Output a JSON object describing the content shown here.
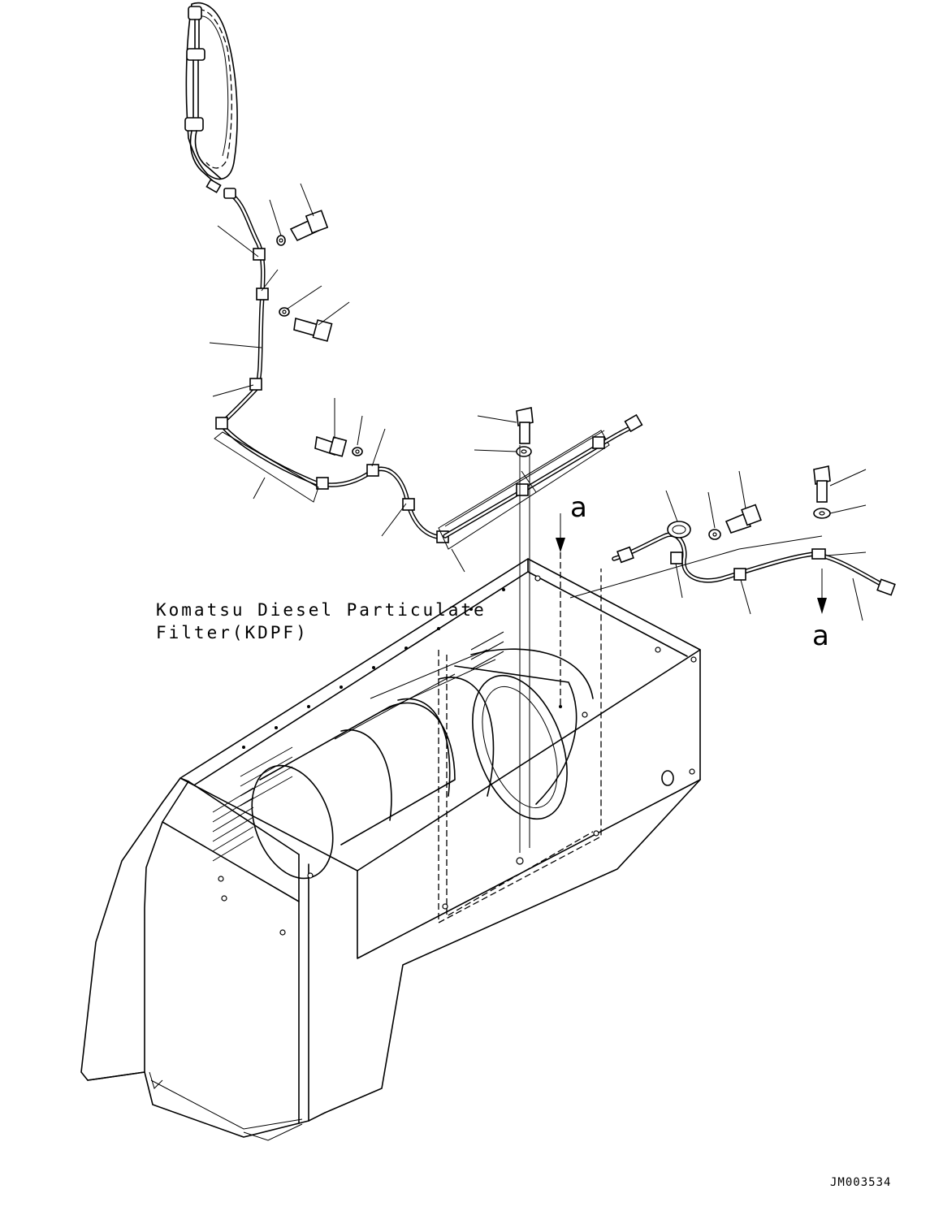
{
  "drawing": {
    "caption_line1": "Komatsu Diesel Particulate",
    "caption_line2": "Filter(KDPF)",
    "view_marker_top": "a",
    "view_marker_bottom": "a",
    "drawing_code": "JM003534"
  },
  "colors": {
    "line": "#000000",
    "background": "#ffffff"
  }
}
